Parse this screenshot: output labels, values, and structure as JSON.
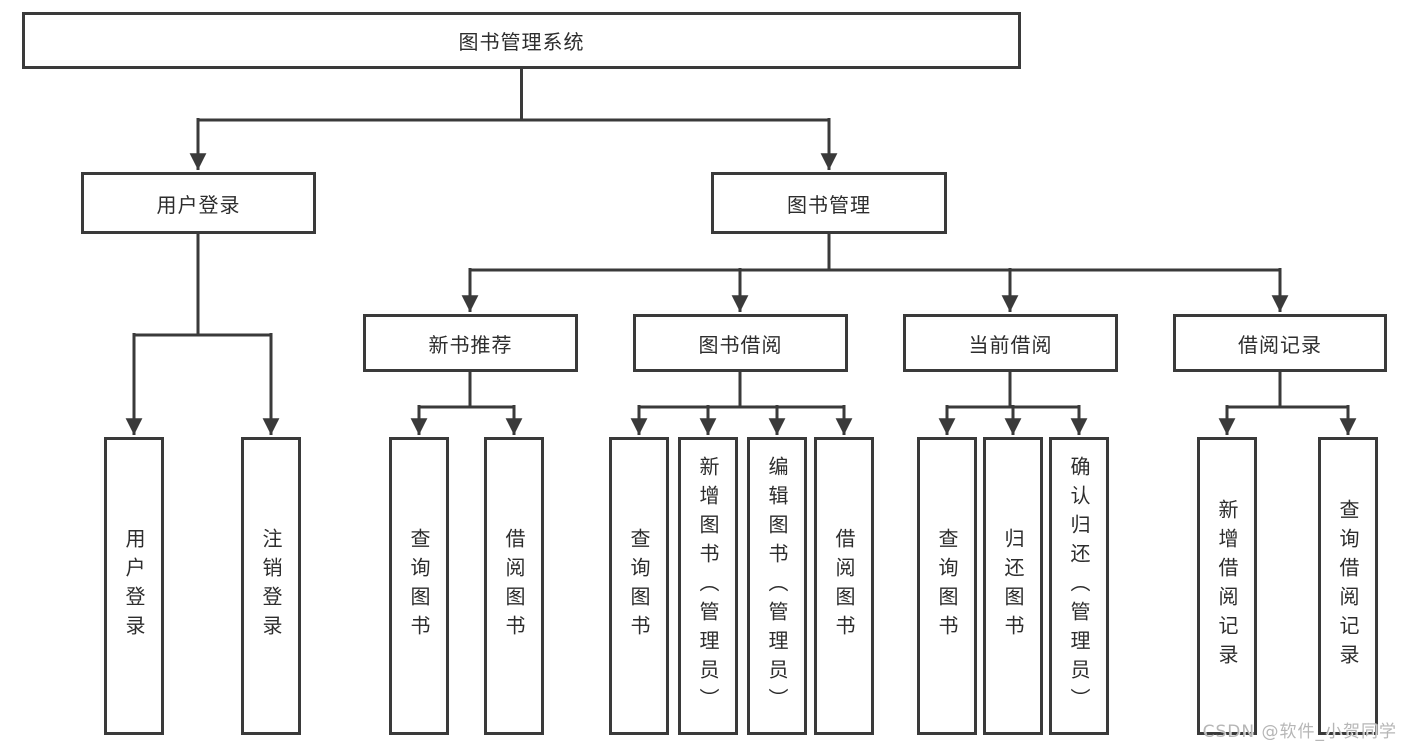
{
  "root": {
    "label": "图书管理系统"
  },
  "user_login_branch": {
    "label": "用户登录",
    "children": [
      {
        "label": "用户登录"
      },
      {
        "label": "注销登录"
      }
    ]
  },
  "book_mgmt_branch": {
    "label": "图书管理",
    "groups": [
      {
        "label": "新书推荐",
        "children": [
          {
            "label": "查询图书"
          },
          {
            "label": "借阅图书"
          }
        ]
      },
      {
        "label": "图书借阅",
        "children": [
          {
            "label": "查询图书"
          },
          {
            "label": "新增图书（管理员）"
          },
          {
            "label": "编辑图书（管理员）"
          },
          {
            "label": "借阅图书"
          }
        ]
      },
      {
        "label": "当前借阅",
        "children": [
          {
            "label": "查询图书"
          },
          {
            "label": "归还图书"
          },
          {
            "label": "确认归还（管理员）"
          }
        ]
      },
      {
        "label": "借阅记录",
        "children": [
          {
            "label": "新增借阅记录"
          },
          {
            "label": "查询借阅记录"
          }
        ]
      }
    ]
  },
  "watermark": "CSDN @软件_小贺同学",
  "colors": {
    "line": "#3a3a3a",
    "text": "#2d2d2d",
    "background": "#ffffff",
    "watermark": "#b2b2b2"
  }
}
